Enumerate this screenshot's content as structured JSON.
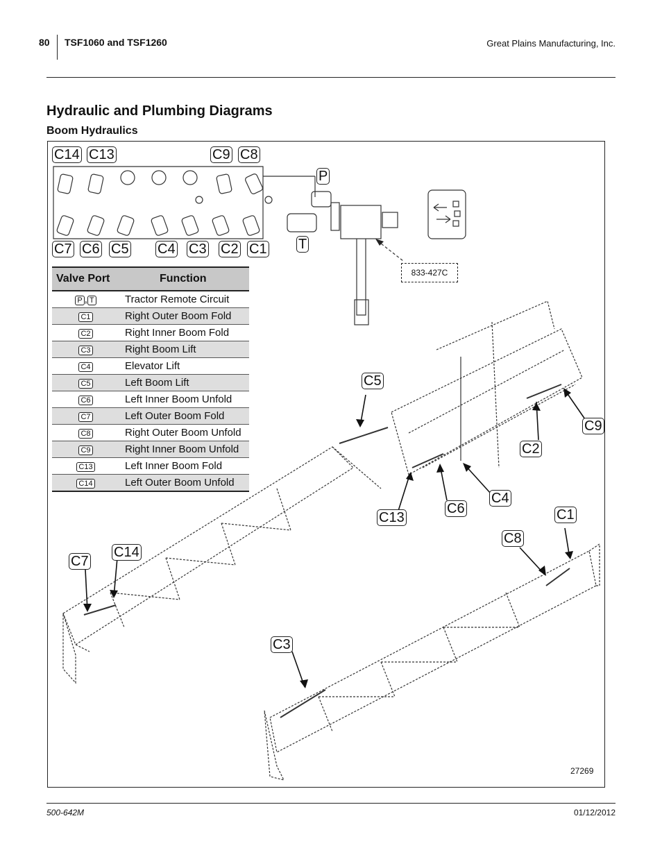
{
  "header": {
    "page_number": "80",
    "doc_title": "TSF1060 and TSF1260",
    "company": "Great Plains Manufacturing, Inc."
  },
  "section_title": "Hydraulic and Plumbing Diagrams",
  "subsection_title": "Boom Hydraulics",
  "figure": {
    "manifold_top_labels": [
      "C14",
      "C13",
      "C9",
      "C8"
    ],
    "manifold_bottom_labels": [
      "C7",
      "C6",
      "C5",
      "C4",
      "C3",
      "C2",
      "C1"
    ],
    "pressure_label": "P",
    "tank_label": "T",
    "part_ref": "833-427C",
    "figure_number": "27269",
    "boom_callouts": {
      "c5": "C5",
      "c9": "C9",
      "c2": "C2",
      "c4": "C4",
      "c6": "C6",
      "c13": "C13",
      "c1": "C1",
      "c8": "C8",
      "c7": "C7",
      "c14": "C14",
      "c3": "C3"
    }
  },
  "table": {
    "headers": [
      "Valve Port",
      "Function"
    ],
    "rows": [
      {
        "port": "P",
        "port2": "T",
        "function": "Tractor Remote Circuit"
      },
      {
        "port": "C1",
        "function": "Right Outer Boom Fold"
      },
      {
        "port": "C2",
        "function": "Right Inner Boom Fold"
      },
      {
        "port": "C3",
        "function": "Right Boom Lift"
      },
      {
        "port": "C4",
        "function": "Elevator Lift"
      },
      {
        "port": "C5",
        "function": "Left Boom Lift"
      },
      {
        "port": "C6",
        "function": "Left Inner Boom Unfold"
      },
      {
        "port": "C7",
        "function": "Left Outer Boom Fold"
      },
      {
        "port": "C8",
        "function": "Right Outer Boom Unfold"
      },
      {
        "port": "C9",
        "function": "Right Inner Boom Unfold"
      },
      {
        "port": "C13",
        "function": "Left Inner Boom Fold"
      },
      {
        "port": "C14",
        "function": "Left Outer Boom Unfold"
      }
    ]
  },
  "footer": {
    "part_number": "500-642M",
    "date": "01/12/2012"
  }
}
